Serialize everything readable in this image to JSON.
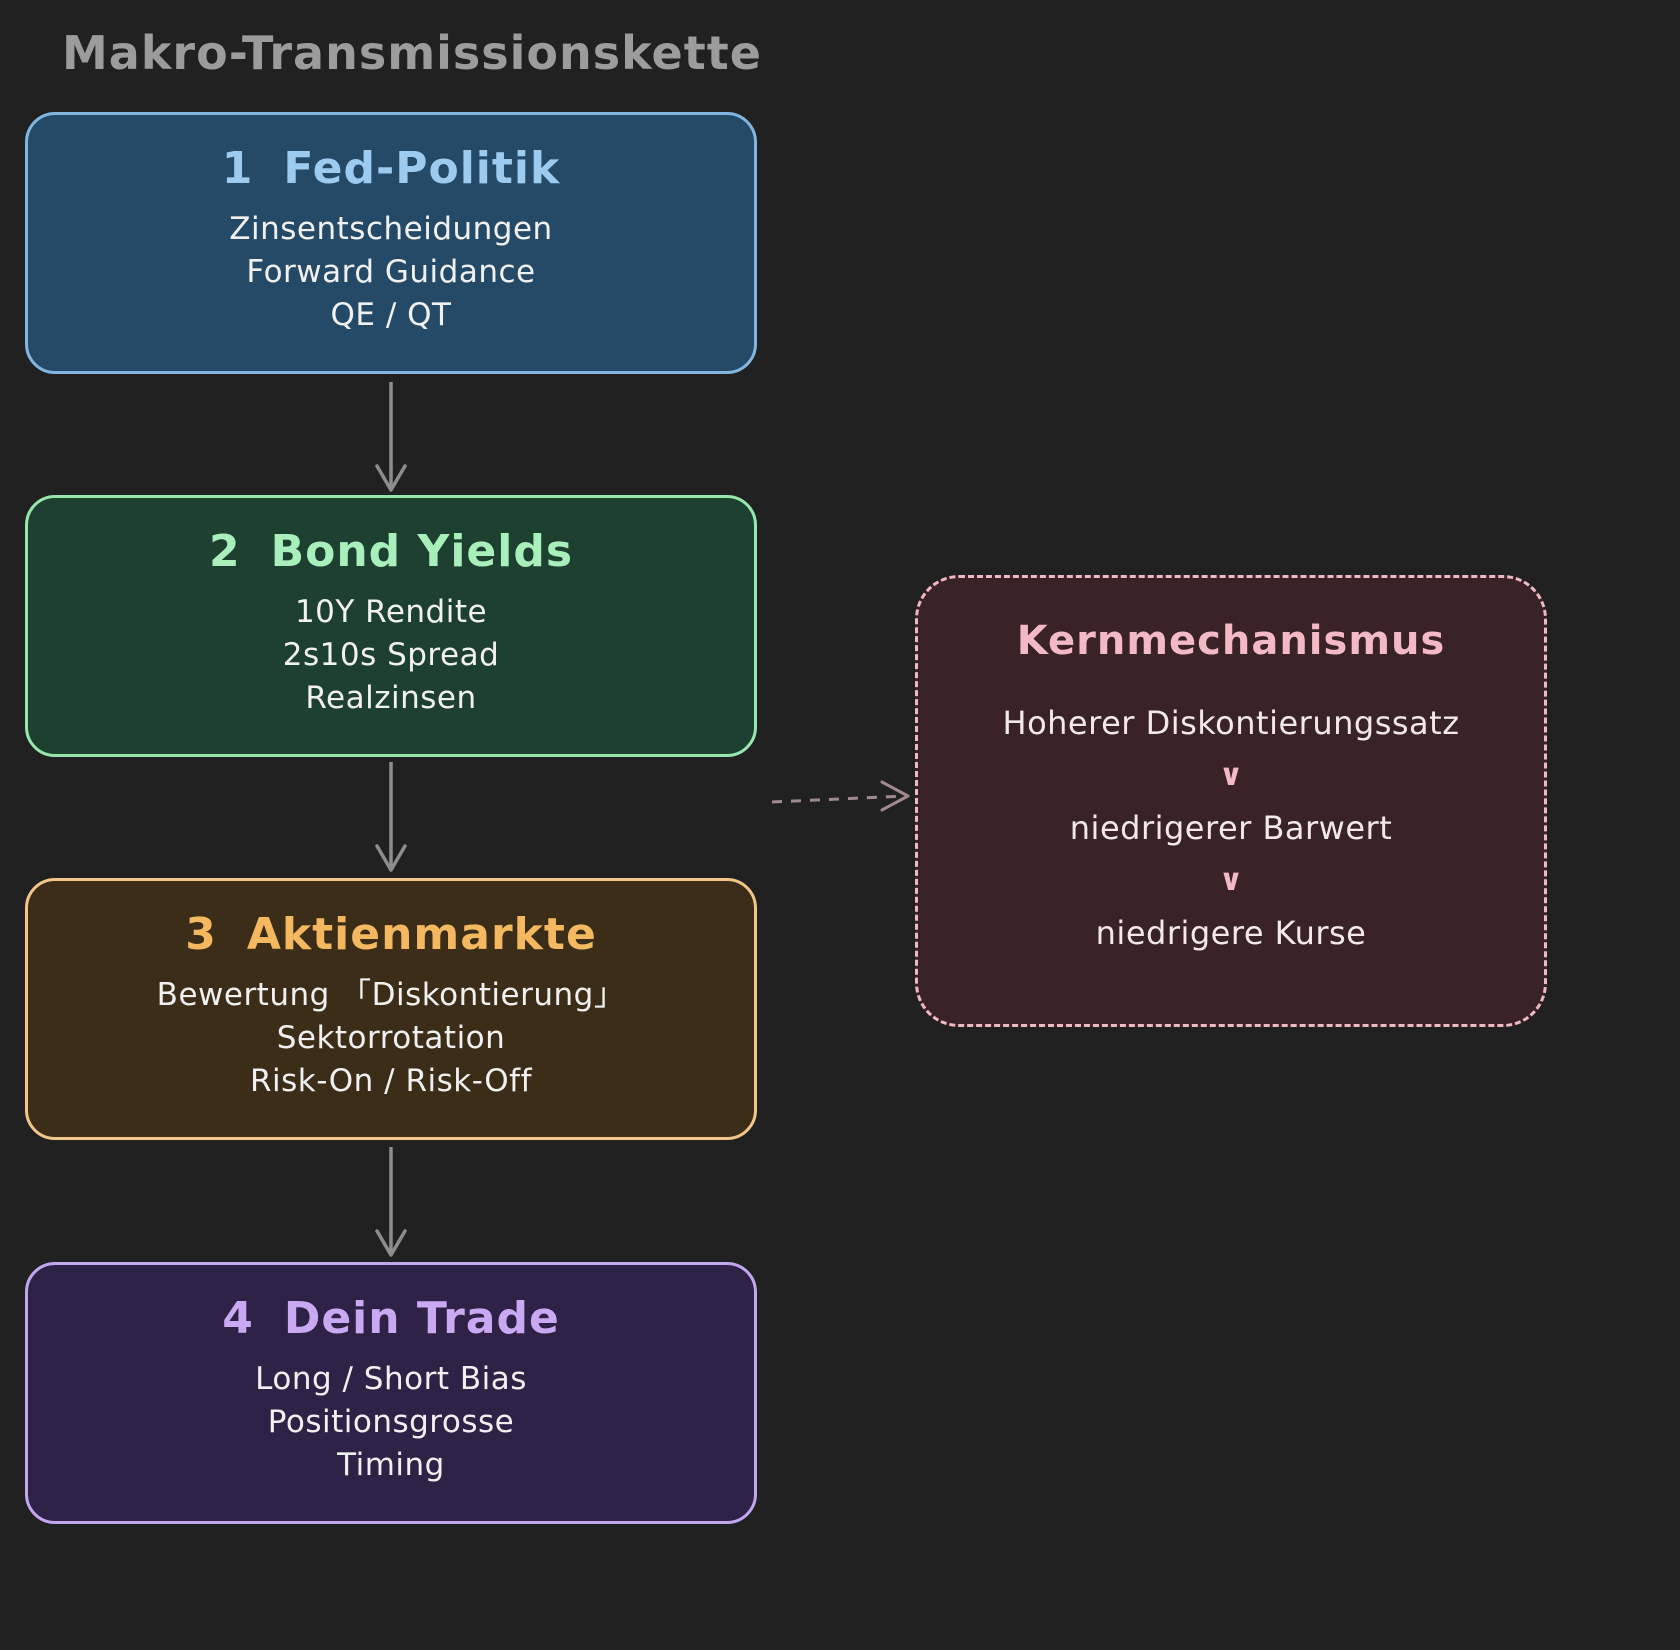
{
  "title": "Makro-Transmissionskette",
  "boxes": [
    {
      "number": "1",
      "label": "Fed-Politik",
      "lines": [
        "Zinsentscheidungen",
        "Forward Guidance",
        "QE / QT"
      ],
      "colors": {
        "fill": "#254a68",
        "border": "#82b6e0",
        "accent": "#9dcbf0"
      }
    },
    {
      "number": "2",
      "label": "Bond Yields",
      "lines": [
        "10Y Rendite",
        "2s10s Spread",
        "Realzinsen"
      ],
      "colors": {
        "fill": "#1e4030",
        "border": "#96e6ae",
        "accent": "#a8efbc"
      }
    },
    {
      "number": "3",
      "label": "Aktienmarkte",
      "lines": [
        "Bewertung 「Diskontierung」",
        "Sektorrotation",
        "Risk-On / Risk-Off"
      ],
      "colors": {
        "fill": "#3b2d17",
        "border": "#f2c689",
        "accent": "#f4b860"
      }
    },
    {
      "number": "4",
      "label": "Dein Trade",
      "lines": [
        "Long / Short Bias",
        "Positionsgrosse",
        "Timing"
      ],
      "colors": {
        "fill": "#2e2247",
        "border": "#c3a7ee",
        "accent": "#c9a9f2"
      }
    }
  ],
  "side_box": {
    "title": "Kernmechanismus",
    "lines": [
      "Hoherer Diskontierungssatz",
      "niedrigerer Barwert",
      "niedrigere Kurse"
    ],
    "chevron": "∨",
    "colors": {
      "fill": "#3a2327",
      "border": "#eeb9c3",
      "accent": "#f3bac6"
    }
  },
  "page": {
    "background": "#212121",
    "arrow_color": "#8d8d8d",
    "title_color": "#9c9c9c"
  }
}
